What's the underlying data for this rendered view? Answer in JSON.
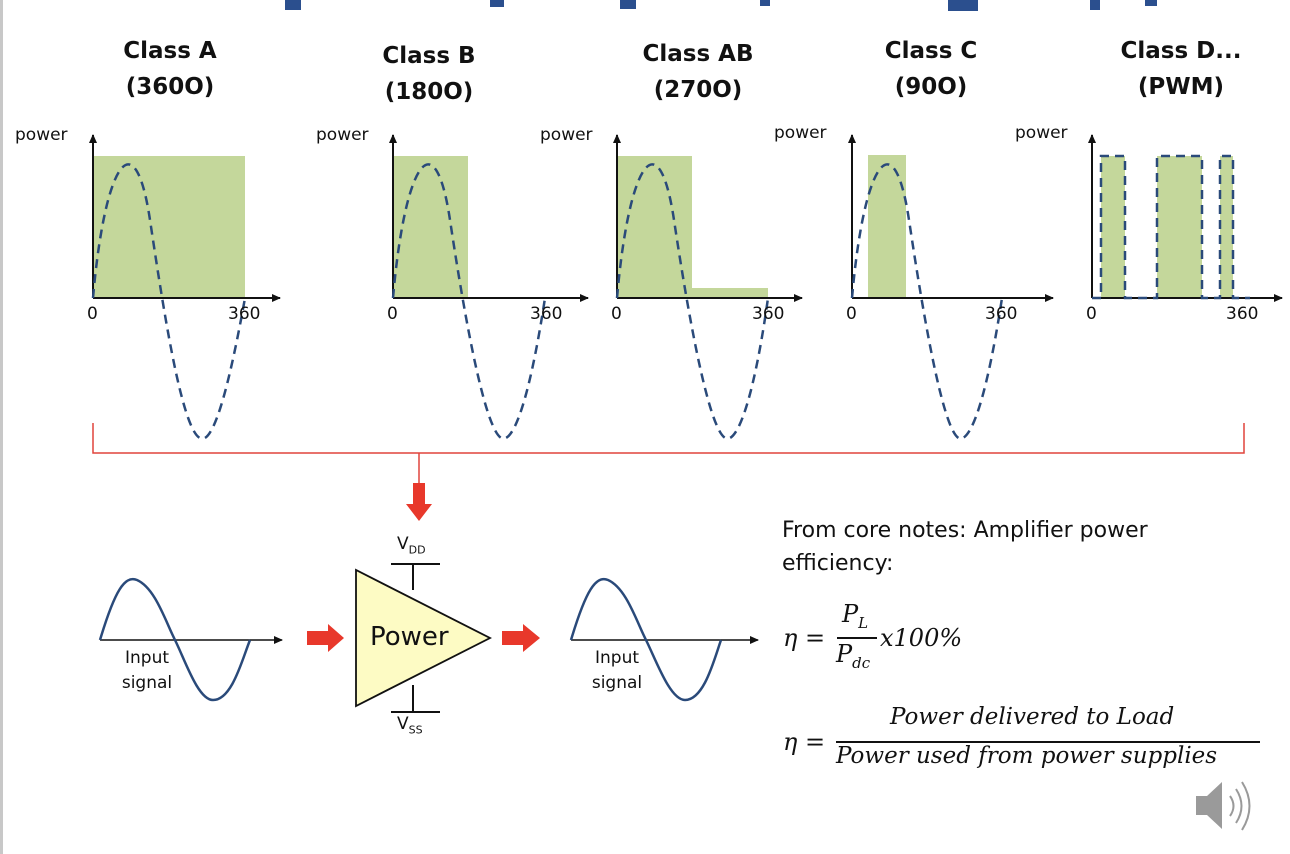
{
  "classes": [
    {
      "name": "Class A",
      "angle": "(360O)"
    },
    {
      "name": "Class B",
      "angle": "(180O)"
    },
    {
      "name": "Class AB",
      "angle": "(270O)"
    },
    {
      "name": "Class C",
      "angle": "(90O)"
    },
    {
      "name": "Class D...",
      "angle": "(PWM)"
    }
  ],
  "axis": {
    "y_label": "power",
    "x_start": "0",
    "x_end": "360"
  },
  "amplifier": {
    "label": "Power",
    "vdd": "V",
    "vdd_sub": "DD",
    "vss": "V",
    "vss_sub": "SS"
  },
  "signals": {
    "input_line1": "Input",
    "input_line2": "signal",
    "output_line1": "Input",
    "output_line2": "signal"
  },
  "notes": {
    "heading": "From core notes: Amplifier power efficiency:"
  },
  "formula1": {
    "eta": "η =",
    "num_p": "P",
    "num_sub": "L",
    "den_p": "P",
    "den_sub": "dc",
    "suffix": "x100%"
  },
  "formula2": {
    "eta": "η =",
    "numerator": "Power delivered to Load",
    "denominator": "Power used from power supplies"
  },
  "colors": {
    "fill": "#c4d79b",
    "wave": "#2a4a7a",
    "arrow": "#e8382b",
    "bracket": "#e0443c",
    "amp_fill": "#fdfbc4"
  },
  "icons": {
    "audio": "speaker-icon"
  }
}
